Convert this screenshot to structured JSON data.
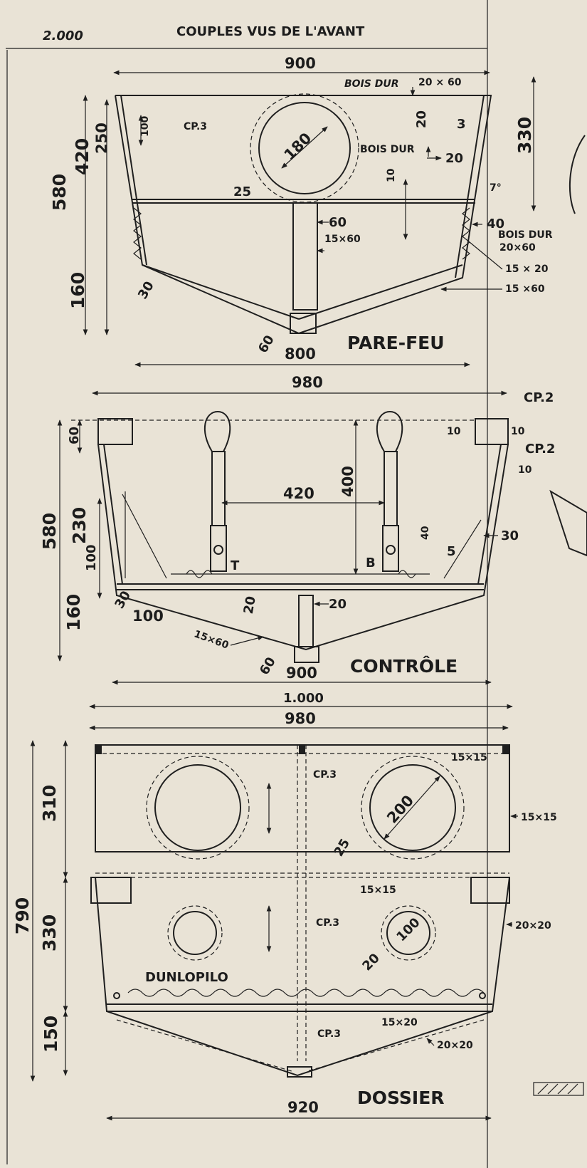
{
  "sheet": {
    "corner_label": "2.000",
    "title": "COUPLES VUS DE L'AVANT"
  },
  "pare_feu": {
    "name": "PARE-FEU",
    "width_top": "900",
    "width_bottom": "800",
    "hardwood_top": "BOIS DUR",
    "hardwood_top_size": "20 × 60",
    "hole_dia": "180",
    "hole_ring": "25",
    "plywood": "CP.3",
    "h_total": "580",
    "h_upper": "420",
    "h_top": "250",
    "h_bottom": "160",
    "h_small": "100",
    "dim_20": "20",
    "dim_3": "3",
    "dim_10": "10",
    "hardwood_side": "BOIS DUR",
    "side_20": "20",
    "post_width": "60",
    "post_section": "15×60",
    "side_40": "40",
    "hardwood_right": "BOIS DUR",
    "hardwood_right_size": "20×60",
    "batten_a": "15 × 20",
    "batten_b": "15 ×60",
    "chine_30": "30",
    "keel_60": "60",
    "angle": "7°",
    "side_height": "330"
  },
  "controle": {
    "name": "CONTRÔLE",
    "width_top": "980",
    "width_bottom": "900",
    "cp_top": "CP.2",
    "cp_mid": "CP.2",
    "dim_10_a": "10",
    "dim_10_b": "10",
    "dim_10_c": "10",
    "h_total": "580",
    "h_60": "60",
    "h_230": "230",
    "h_100": "100",
    "h_160": "160",
    "span_420": "420",
    "h_400": "400",
    "dim_40": "40",
    "dim_30": "30",
    "dim_5": "5",
    "label_t": "T",
    "label_b": "B",
    "dim_20_a": "20",
    "dim_20_b": "20",
    "dim_30_low": "30",
    "dim_100": "100",
    "batten": "15×60",
    "keel_60": "60"
  },
  "dossier": {
    "name": "DOSSIER",
    "width_outer": "1.000",
    "width_top": "980",
    "width_bottom": "920",
    "plywood_top": "CP.3",
    "plywood_mid": "CP.3",
    "plywood_low": "CP.3",
    "corner_top": "15×15",
    "side_15": "15×15",
    "mid_15": "15×15",
    "side_20": "20×20",
    "bottom_20": "20×20",
    "bottom_15x20": "15×20",
    "hole_large": "200",
    "hole_ring": "25",
    "hole_small": "100",
    "hole_small_ring": "20",
    "h_total": "790",
    "h_310": "310",
    "h_330": "330",
    "h_150": "150",
    "cushion": "DUNLOPILO"
  }
}
